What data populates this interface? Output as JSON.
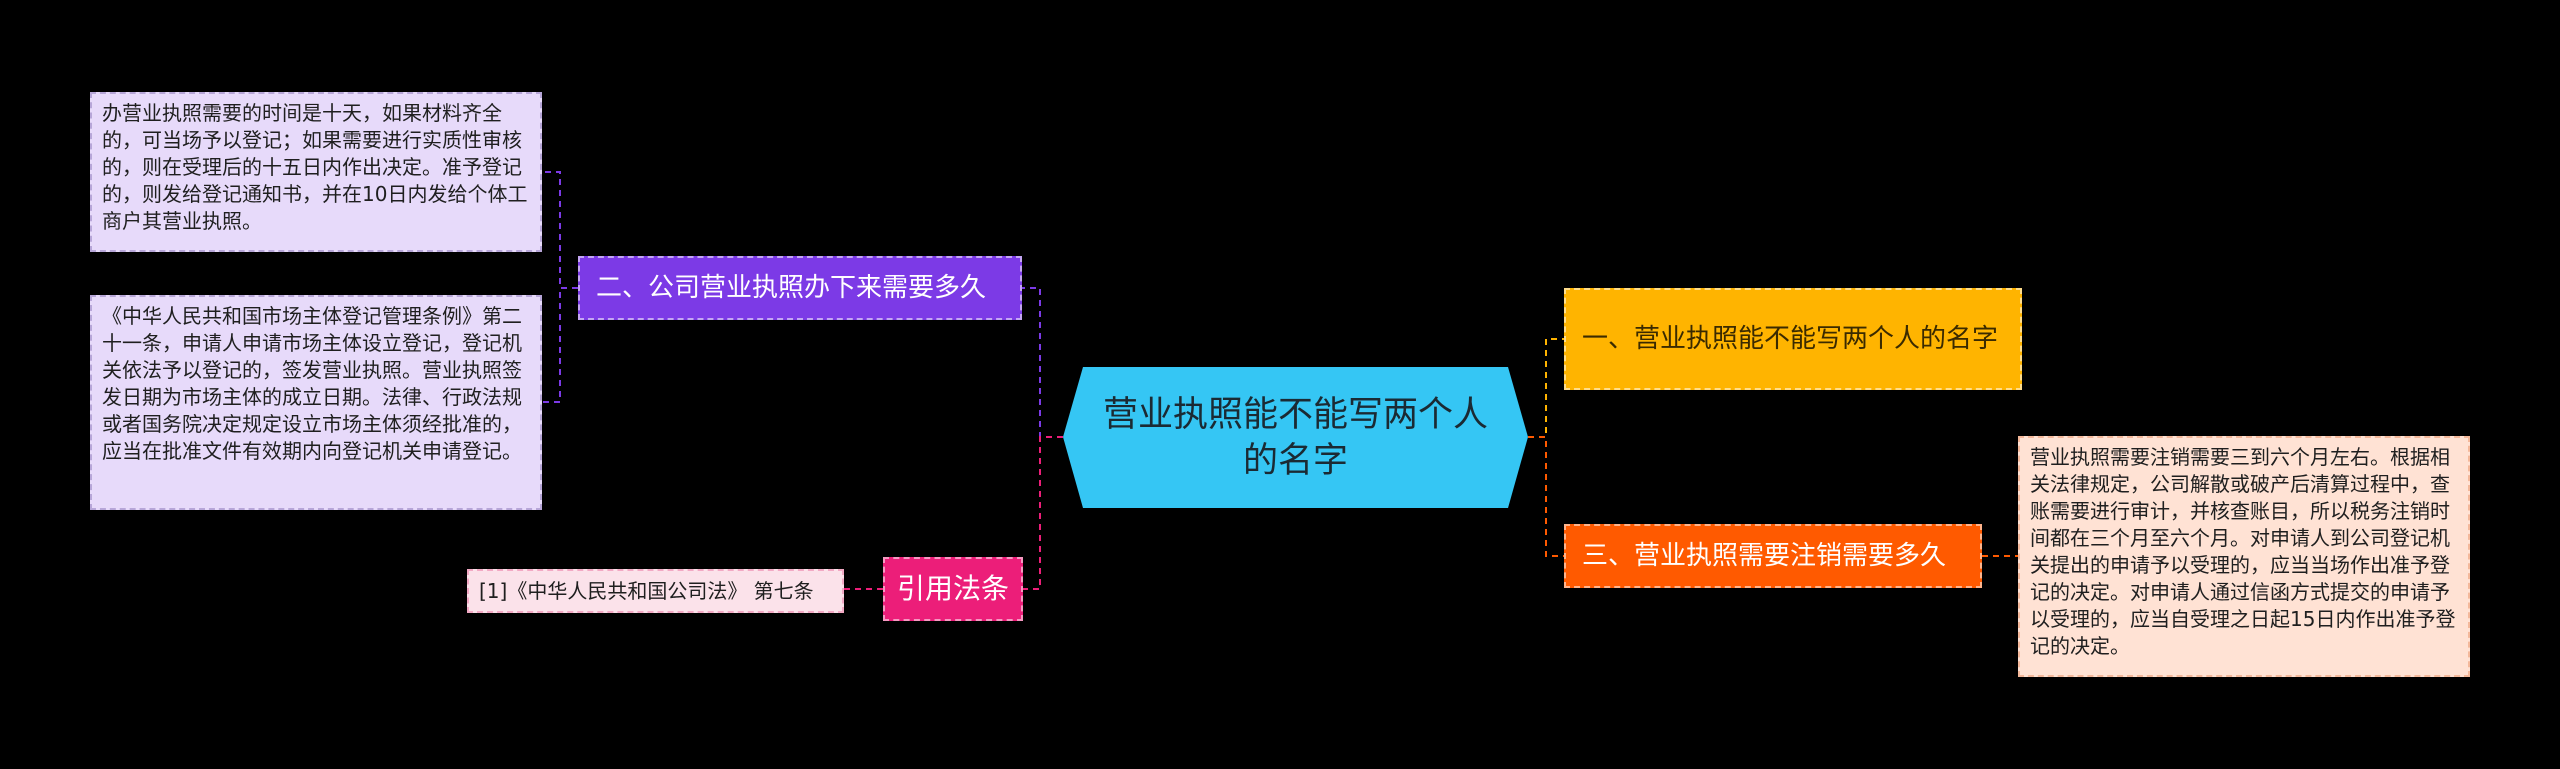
{
  "mindmap": {
    "center": {
      "label": "营业执照能不能写两个人的名字"
    },
    "branches": {
      "left_business_time": {
        "label": "二、公司营业执照办下来需要多久"
      },
      "left_cite": {
        "label": "引用法条"
      },
      "right_two_names": {
        "label": "一、营业执照能不能写两个人的名字"
      },
      "right_cancel_time": {
        "label": "三、营业执照需要注销需要多久"
      }
    },
    "leaves": {
      "business_time_1": "办营业执照需要的时间是十天，如果材料齐全的，可当场予以登记；如果需要进行实质性审核的，则在受理后的十五日内作出决定。准予登记的，则发给登记通知书，并在10日内发给个体工商户其营业执照。",
      "business_time_2": "《中华人民共和国市场主体登记管理条例》第二十一条，申请人申请市场主体设立登记，登记机关依法予以登记的，签发营业执照。营业执照签发日期为市场主体的成立日期。法律、行政法规或者国务院决定规定设立市场主体须经批准的，应当在批准文件有效期内向登记机关申请登记。",
      "cite_1": "[1]《中华人民共和国公司法》 第七条",
      "cancel_time_1": "营业执照需要注销需要三到六个月左右。根据相关法律规定，公司解散或破产后清算过程中，查账需要进行审计，并核查账目，所以税务注销时间都在三个月至六个月。对申请人到公司登记机关提出的申请予以受理的，应当当场作出准予登记的决定。对申请人通过信函方式提交的申请予以受理的，应当自受理之日起15日内作出准予登记的决定。"
    },
    "colors": {
      "background": "#000000",
      "center": "#35c6f4",
      "branch_purple": "#7c3ae6",
      "branch_pink": "#ec1e79",
      "branch_yellow": "#ffb400",
      "branch_orange": "#ff5a00",
      "leaf_purple": "#e7dafa",
      "leaf_pink": "#fbe2ea",
      "leaf_orange": "#ffe2d4"
    }
  }
}
